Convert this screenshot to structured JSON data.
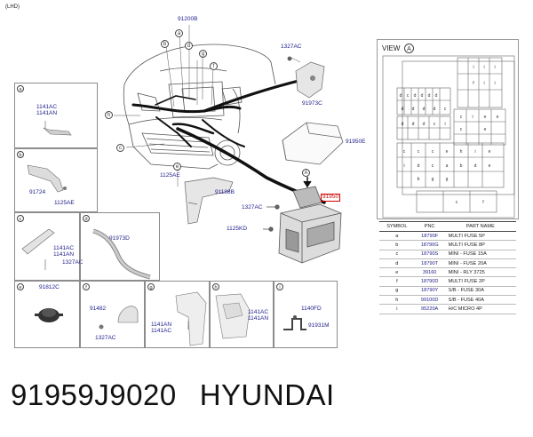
{
  "header": {
    "corner_label": "(LHD)"
  },
  "main_labels": {
    "p91200B": "91200B",
    "p1327AC_top": "1327AC",
    "p91973C": "91973C",
    "p91950E": "91950E",
    "p1125AE": "1125AE",
    "p91188B": "91188B",
    "p1327AC_mid": "1327AC",
    "p91950": "91950",
    "p1125KD": "1125KD",
    "callout_letters": [
      "a",
      "b",
      "c",
      "d",
      "e",
      "f",
      "g",
      "h",
      "i"
    ],
    "view_marker": "A"
  },
  "view_panel": {
    "title": "VIEW",
    "marker": "A"
  },
  "details": {
    "a": {
      "tag": "a",
      "parts": [
        "1141AC",
        "1141AN"
      ]
    },
    "b": {
      "tag": "b",
      "parts": [
        "91724",
        "1125AE"
      ]
    },
    "c": {
      "tag": "c",
      "parts": [
        "1141AC",
        "1141AN",
        "1327AC"
      ]
    },
    "d": {
      "tag": "d",
      "parts": [
        "91973D"
      ]
    },
    "e": {
      "tag": "e",
      "parts": [
        "91812C"
      ]
    },
    "f": {
      "tag": "f",
      "parts": [
        "91482",
        "1327AC"
      ]
    },
    "g": {
      "tag": "g",
      "parts": [
        "1141AN",
        "1141AC"
      ]
    },
    "h": {
      "tag": "h",
      "parts": [
        "1141AC",
        "1141AN"
      ]
    },
    "i": {
      "tag": "i",
      "parts": [
        "1140FD",
        "91931M"
      ]
    }
  },
  "parts_table": {
    "headers": [
      "SYMBOL",
      "PNC",
      "PART NAME"
    ],
    "rows": [
      [
        "a",
        "18790F",
        "MULTI FUSE 5P"
      ],
      [
        "b",
        "18790G",
        "MULTI FUSE 8P"
      ],
      [
        "c",
        "18790S",
        "MINI - FUSE 15A"
      ],
      [
        "d",
        "18790T",
        "MINI - FUSE 20A"
      ],
      [
        "e",
        "39160",
        "MINI - RLY 3725"
      ],
      [
        "f",
        "18790D",
        "MULTI FUSE 2P"
      ],
      [
        "g",
        "18790Y",
        "S/B - FUSE 30A"
      ],
      [
        "h",
        "99100D",
        "S/B - FUSE 40A"
      ],
      [
        "i",
        "95220A",
        "H/C MICRO 4P"
      ]
    ]
  },
  "footer": {
    "part_number": "91959J9020",
    "brand": "HYUNDAI"
  }
}
